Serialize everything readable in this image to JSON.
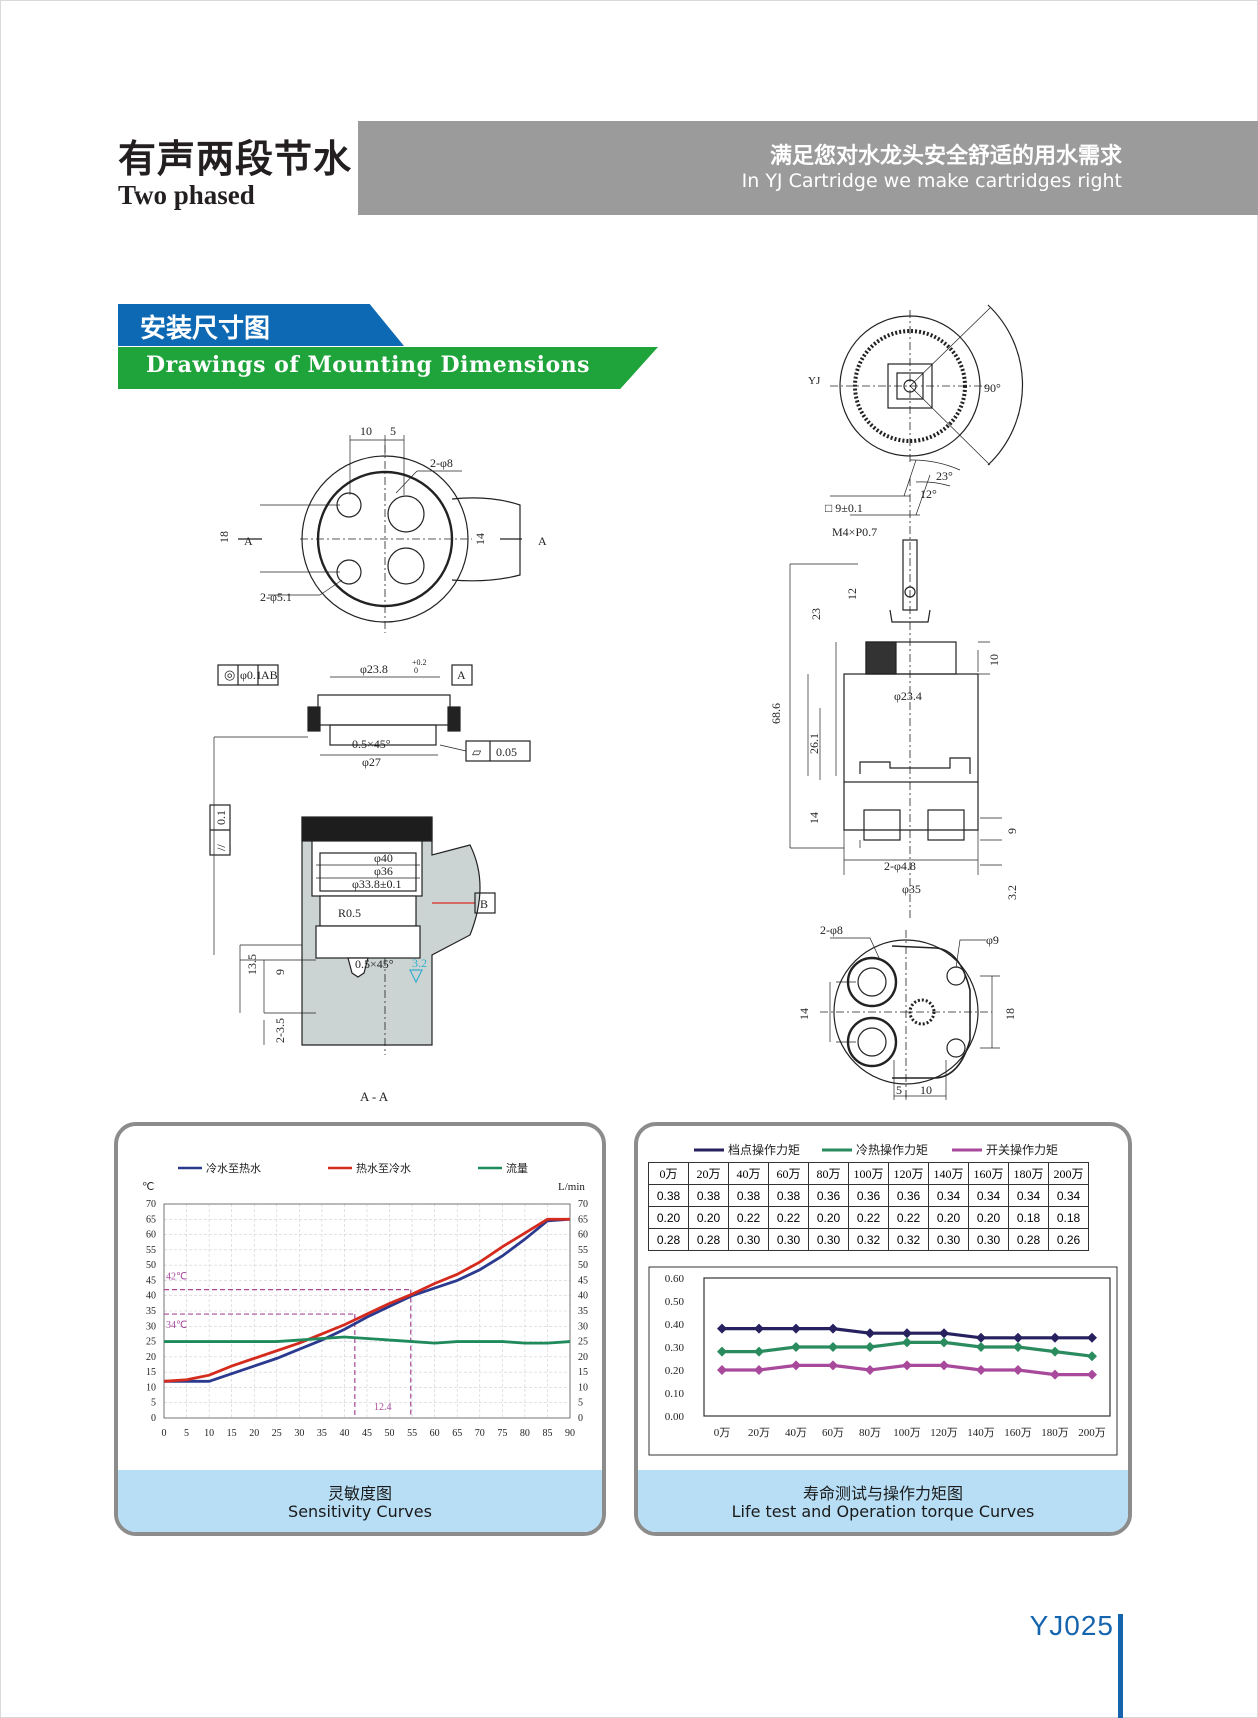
{
  "header": {
    "title_cn": "有声两段节水",
    "title_en": "Two phased",
    "slogan_cn": "满足您对水龙头安全舒适的用水需求",
    "slogan_en": "In YJ Cartridge we make cartridges right"
  },
  "section": {
    "title_cn": "安装尺寸图",
    "title_en": "Drawings of Mounting Dimensions"
  },
  "drawing_left": {
    "d_10": "10",
    "d_5": "5",
    "d_2phi8": "2-φ8",
    "d_18": "18",
    "d_14": "14",
    "label_A": "A",
    "d_2phi51": "2-φ5.1",
    "tol_concentric": "φ0.1",
    "tol_ab": "AB",
    "d_phi238": "φ23.8",
    "d_tol_up": "+0.2",
    "d_tol_dn": "0",
    "datum_A": "A",
    "d_chamfer1": "0.5×45°",
    "d_phi27": "φ27",
    "tol_flat": "0.05",
    "tol_parallel": "0.1",
    "d_phi40": "φ40",
    "d_phi36": "φ36",
    "d_phi338": "φ33.8±0.1",
    "d_r05": "R0.5",
    "datum_B": "B",
    "d_135": "13.5",
    "d_9": "9",
    "d_chamfer2": "0.5×45°",
    "d_32": "3.2",
    "d_2_35": "2-3.5",
    "section_label": "A - A"
  },
  "drawing_right": {
    "d_90deg": "90°",
    "d_23deg": "23°",
    "d_12deg": "12°",
    "d_sq9": "□ 9±0.1",
    "d_m4": "M4×P0.7",
    "d_12": "12",
    "d_23": "23",
    "d_686": "68.6",
    "d_10": "10",
    "d_phi234": "φ23.4",
    "d_261": "26.1",
    "d_14": "14",
    "d_9": "9",
    "d_2phi48": "2-φ4.8",
    "d_phi35": "φ35",
    "d_32": "3.2",
    "d_2phi8": "2-φ8",
    "d_phi9": "φ9",
    "d_14b": "14",
    "d_18": "18",
    "d_5": "5",
    "d_10b": "10"
  },
  "sensitivity": {
    "caption_cn": "灵敏度图",
    "caption_en": "Sensitivity Curves",
    "chart_data": {
      "type": "line",
      "legend": [
        "冷水至热水",
        "热水至冷水",
        "流量"
      ],
      "y_left_unit": "℃",
      "y_right_unit": "L/min",
      "x": [
        0,
        5,
        10,
        15,
        20,
        25,
        30,
        35,
        40,
        45,
        50,
        55,
        60,
        65,
        70,
        75,
        80,
        85,
        90
      ],
      "xlim": [
        0,
        90
      ],
      "ylim": [
        0,
        70
      ],
      "y_ticks": [
        0,
        5,
        10,
        15,
        20,
        25,
        30,
        35,
        40,
        45,
        50,
        55,
        60,
        65,
        70
      ],
      "series": [
        {
          "name": "冷水至热水",
          "color": "#2b3a8f",
          "values": [
            12,
            12,
            12,
            14.5,
            17,
            19.5,
            22.5,
            25.5,
            29,
            33,
            36.5,
            40,
            42.5,
            45,
            48.5,
            53,
            58.5,
            64.5,
            65
          ]
        },
        {
          "name": "热水至冷水",
          "color": "#d52b1e",
          "values": [
            12,
            12.5,
            14,
            17,
            19.5,
            22,
            24.5,
            27.5,
            30.5,
            34,
            37.5,
            40.5,
            44,
            47,
            51,
            56,
            60.5,
            65,
            65
          ]
        },
        {
          "name": "流量",
          "color": "#1f8a5b",
          "values": [
            25,
            25,
            25,
            25,
            25,
            25,
            25.5,
            26,
            26.5,
            26,
            25.5,
            25,
            24.5,
            25,
            25,
            25,
            24.5,
            24.5,
            25
          ]
        }
      ],
      "annotations": {
        "t_high": "42℃",
        "t_high_val": 42,
        "t_low": "34℃",
        "t_low_val": 34,
        "x_from": 42.3,
        "x_to": 54.7,
        "span_label": "12.4"
      }
    }
  },
  "lifetest": {
    "caption_cn": "寿命测试与操作力矩图",
    "caption_en": "Life test and Operation torque Curves",
    "legend": [
      "档点操作力矩",
      "冷热操作力矩",
      "开关操作力矩"
    ],
    "table": {
      "header": [
        "0万",
        "20万",
        "40万",
        "60万",
        "80万",
        "100万",
        "120万",
        "140万",
        "160万",
        "180万",
        "200万"
      ],
      "rows": [
        [
          "0.38",
          "0.38",
          "0.38",
          "0.38",
          "0.36",
          "0.36",
          "0.36",
          "0.34",
          "0.34",
          "0.34",
          "0.34"
        ],
        [
          "0.20",
          "0.20",
          "0.22",
          "0.22",
          "0.20",
          "0.22",
          "0.22",
          "0.20",
          "0.20",
          "0.18",
          "0.18"
        ],
        [
          "0.28",
          "0.28",
          "0.30",
          "0.30",
          "0.30",
          "0.32",
          "0.32",
          "0.30",
          "0.30",
          "0.28",
          "0.26"
        ]
      ]
    },
    "chart_data": {
      "type": "line",
      "categories": [
        "0万",
        "20万",
        "40万",
        "60万",
        "80万",
        "100万",
        "120万",
        "140万",
        "160万",
        "180万",
        "200万"
      ],
      "ylim": [
        0,
        0.6
      ],
      "y_ticks": [
        "0.00",
        "0.10",
        "0.20",
        "0.30",
        "0.40",
        "0.50",
        "0.60"
      ],
      "series": [
        {
          "name": "档点操作力矩",
          "color": "#27215f",
          "values": [
            0.38,
            0.38,
            0.38,
            0.38,
            0.36,
            0.36,
            0.36,
            0.34,
            0.34,
            0.34,
            0.34
          ]
        },
        {
          "name": "冷热操作力矩",
          "color": "#2a8c5e",
          "values": [
            0.28,
            0.28,
            0.3,
            0.3,
            0.3,
            0.32,
            0.32,
            0.3,
            0.3,
            0.28,
            0.26
          ]
        },
        {
          "name": "开关操作力矩",
          "color": "#a8499c",
          "values": [
            0.2,
            0.2,
            0.22,
            0.22,
            0.2,
            0.22,
            0.22,
            0.2,
            0.2,
            0.18,
            0.18
          ]
        }
      ]
    }
  },
  "footer": {
    "model": "YJ025"
  }
}
